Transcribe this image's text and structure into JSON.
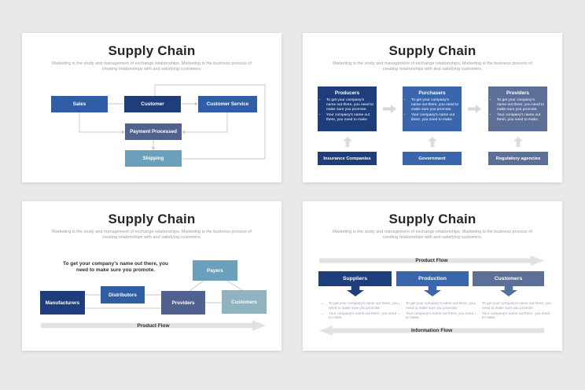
{
  "shared": {
    "title": "Supply Chain",
    "subtitle": "Marketing is the study and management of exchange relationships. Marketing is the business process of creating relationships with and satisfying customers.",
    "bullet1": "To get your company's name out there, you need to make sure you promote.",
    "bullet2": "Your company's name out there, you need to make."
  },
  "colors": {
    "background": "#e9e9e9",
    "card": "#ffffff",
    "navy": "#1d3e7a",
    "blue": "#2f5da6",
    "blue_medium": "#3a66ad",
    "slate": "#51618f",
    "slate_gray": "#5c6f99",
    "steel_blue": "#6aa0bc",
    "light_teal": "#8fb3bf",
    "connector_gray": "#c9c9c9",
    "flow_arrow_gray": "#e2e2e2",
    "block_arrow_gray": "#d8d8d8",
    "title_text": "#24252d",
    "subtitle_text": "#9d9d9d"
  },
  "slide1": {
    "boxes": {
      "sales": "Sales",
      "customer": "Customer",
      "customer_service": "Customer Service",
      "payment": "Payment Processed",
      "shipping": "Shipping"
    }
  },
  "slide2": {
    "columns": [
      {
        "title": "Producers",
        "footer": "Insurance Companies"
      },
      {
        "title": "Purchasers",
        "footer": "Government"
      },
      {
        "title": "Providers",
        "footer": "Regulatory agencies"
      }
    ]
  },
  "slide3": {
    "note": "To get your company's name out there, you need to make sure you promote.",
    "boxes": {
      "payers": "Payers",
      "manufacturers": "Manufacturers",
      "distributors": "Distributors",
      "providers": "Providers",
      "customers": "Customers"
    },
    "flow_label": "Product Flow"
  },
  "slide4": {
    "top_flow": "Product Flow",
    "bottom_flow": "Information Flow",
    "columns": [
      {
        "title": "Suppliers"
      },
      {
        "title": "Production"
      },
      {
        "title": "Customers"
      }
    ]
  }
}
